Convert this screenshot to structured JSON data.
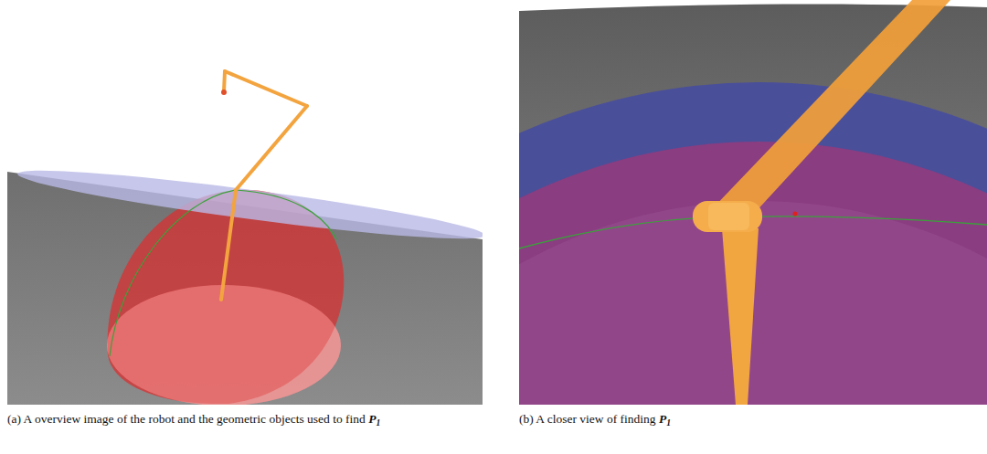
{
  "diagram": {
    "labels": [
      "(a) A overview image of the robot and the geometric objects used to find",
      "P",
      "1",
      "(b) A closer view of finding",
      "P",
      "1"
    ]
  }
}
